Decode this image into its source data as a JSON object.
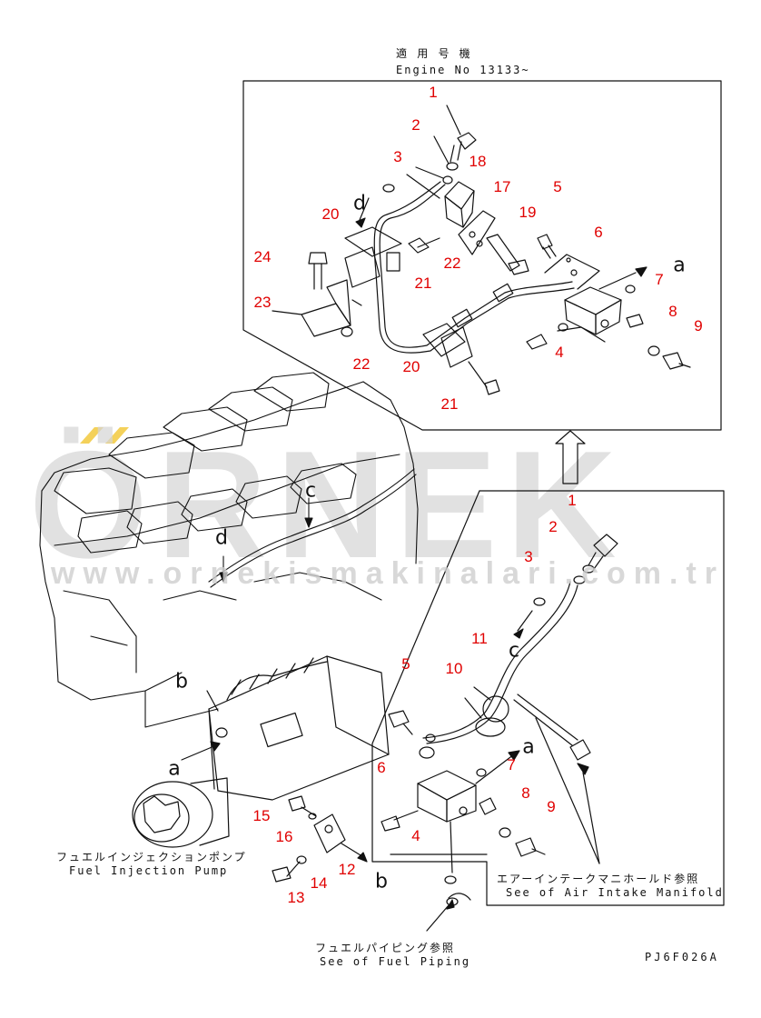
{
  "top_caption": {
    "jp": "適 用 号 機",
    "en": "Engine No 13133~"
  },
  "captions": {
    "pump_jp": "フュエルインジェクションポンプ",
    "pump_en": "Fuel Injection Pump",
    "manifold_jp": "エアーインテークマニホールド参照",
    "manifold_en": "See of Air Intake Manifold",
    "piping_jp": "フュエルパイピング参照",
    "piping_en": "See of Fuel Piping",
    "drawing_code": "PJ6F026A"
  },
  "watermark": {
    "brand": "ÖRNEK",
    "url": "www.ornekismakinalari.com.tr",
    "dot_color": "#f4d15a"
  },
  "colors": {
    "callout": "#e00000",
    "line": "#111111",
    "watermark": "#d6d6d6"
  },
  "arrow_tags": {
    "a": "a",
    "b": "b",
    "c": "c",
    "d": "d"
  },
  "top_callouts": [
    {
      "id": "t1",
      "text": "1"
    },
    {
      "id": "t2",
      "text": "2"
    },
    {
      "id": "t3",
      "text": "3"
    },
    {
      "id": "t18",
      "text": "18"
    },
    {
      "id": "t17",
      "text": "17"
    },
    {
      "id": "t5",
      "text": "5"
    },
    {
      "id": "t19",
      "text": "19"
    },
    {
      "id": "t20a",
      "text": "20"
    },
    {
      "id": "t6",
      "text": "6"
    },
    {
      "id": "t24",
      "text": "24"
    },
    {
      "id": "t21a",
      "text": "21"
    },
    {
      "id": "t22a",
      "text": "22"
    },
    {
      "id": "t7",
      "text": "7"
    },
    {
      "id": "t23",
      "text": "23"
    },
    {
      "id": "t8",
      "text": "8"
    },
    {
      "id": "t9",
      "text": "9"
    },
    {
      "id": "t4",
      "text": "4"
    },
    {
      "id": "t22b",
      "text": "22"
    },
    {
      "id": "t20b",
      "text": "20"
    },
    {
      "id": "t21b",
      "text": "21"
    }
  ],
  "lower_callouts": [
    {
      "id": "l1",
      "text": "1"
    },
    {
      "id": "l2",
      "text": "2"
    },
    {
      "id": "l3",
      "text": "3"
    },
    {
      "id": "l11",
      "text": "11"
    },
    {
      "id": "l10",
      "text": "10"
    },
    {
      "id": "l5",
      "text": "5"
    },
    {
      "id": "l7",
      "text": "7"
    },
    {
      "id": "l6",
      "text": "6"
    },
    {
      "id": "l8",
      "text": "8"
    },
    {
      "id": "l9",
      "text": "9"
    },
    {
      "id": "l4",
      "text": "4"
    },
    {
      "id": "l15",
      "text": "15"
    },
    {
      "id": "l16",
      "text": "16"
    },
    {
      "id": "l12",
      "text": "12"
    },
    {
      "id": "l14",
      "text": "14"
    },
    {
      "id": "l13",
      "text": "13"
    }
  ]
}
